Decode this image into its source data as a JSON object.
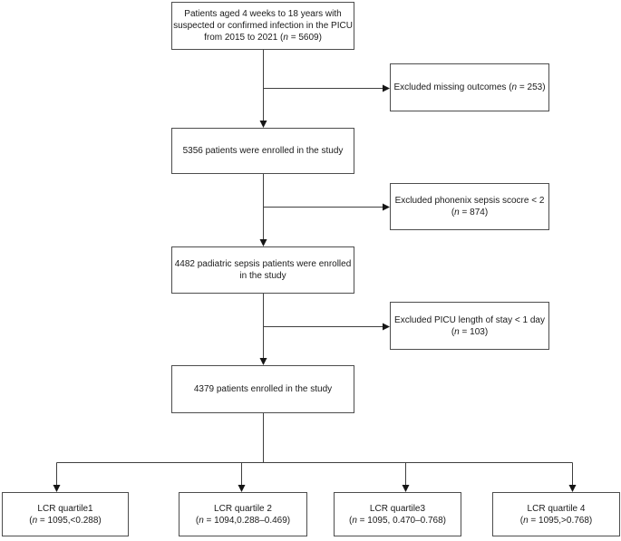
{
  "colors": {
    "background": "#ffffff",
    "box_border": "#4d4d4d",
    "connector_line": "#3f3f3f",
    "arrowhead": "#161616",
    "text": "#1a1a1a"
  },
  "boxes": [
    {
      "name": "box-eligible-patients",
      "lines": [
        [
          {
            "t": "Patients aged 4 weeks to 18 years with"
          }
        ],
        [
          {
            "t": "suspected or confirmed infection in the PICU"
          }
        ],
        [
          {
            "t": "from 2015 to 2021 ("
          },
          {
            "t": "n",
            "i": true
          },
          {
            "t": " = 5609)"
          }
        ]
      ]
    },
    {
      "name": "box-excluded-missing-outcomes",
      "lines": [
        [
          {
            "t": "Excluded missing outcomes ("
          },
          {
            "t": "n",
            "i": true
          },
          {
            "t": " = 253)"
          }
        ]
      ]
    },
    {
      "name": "box-enrolled-5356",
      "lines": [
        [
          {
            "t": "5356 patients were enrolled in the study"
          }
        ]
      ]
    },
    {
      "name": "box-excluded-phoenix-score",
      "lines": [
        [
          {
            "t": "Excluded phonenix sepsis scocre < 2"
          }
        ],
        [
          {
            "t": "("
          },
          {
            "t": "n",
            "i": true
          },
          {
            "t": " = 874)"
          }
        ]
      ]
    },
    {
      "name": "box-enrolled-4482",
      "lines": [
        [
          {
            "t": "4482 padiatric sepsis patients were enrolled"
          }
        ],
        [
          {
            "t": "in the study"
          }
        ]
      ]
    },
    {
      "name": "box-excluded-picu-los",
      "lines": [
        [
          {
            "t": "Excluded PICU length of stay < 1 day"
          }
        ],
        [
          {
            "t": "("
          },
          {
            "t": "n",
            "i": true
          },
          {
            "t": " = 103)"
          }
        ]
      ]
    },
    {
      "name": "box-enrolled-4379",
      "lines": [
        [
          {
            "t": "4379 patients enrolled in the study"
          }
        ]
      ]
    },
    {
      "name": "box-lcr-quartile-1",
      "lines": [
        [
          {
            "t": "LCR quartile1"
          }
        ],
        [
          {
            "t": "("
          },
          {
            "t": "n",
            "i": true
          },
          {
            "t": " = 1095,<0.288)"
          }
        ]
      ]
    },
    {
      "name": "box-lcr-quartile-2",
      "lines": [
        [
          {
            "t": "LCR quartile 2"
          }
        ],
        [
          {
            "t": "("
          },
          {
            "t": "n",
            "i": true
          },
          {
            "t": " = 1094,0.288–0.469)"
          }
        ]
      ]
    },
    {
      "name": "box-lcr-quartile-3",
      "lines": [
        [
          {
            "t": "LCR quartile3"
          }
        ],
        [
          {
            "t": "("
          },
          {
            "t": "n",
            "i": true
          },
          {
            "t": " = 1095, 0.470–0.768)"
          }
        ]
      ]
    },
    {
      "name": "box-lcr-quartile-4",
      "lines": [
        [
          {
            "t": "LCR quartile 4"
          }
        ],
        [
          {
            "t": "("
          },
          {
            "t": "n",
            "i": true
          },
          {
            "t": " = 1095,>0.768)"
          }
        ]
      ]
    }
  ]
}
